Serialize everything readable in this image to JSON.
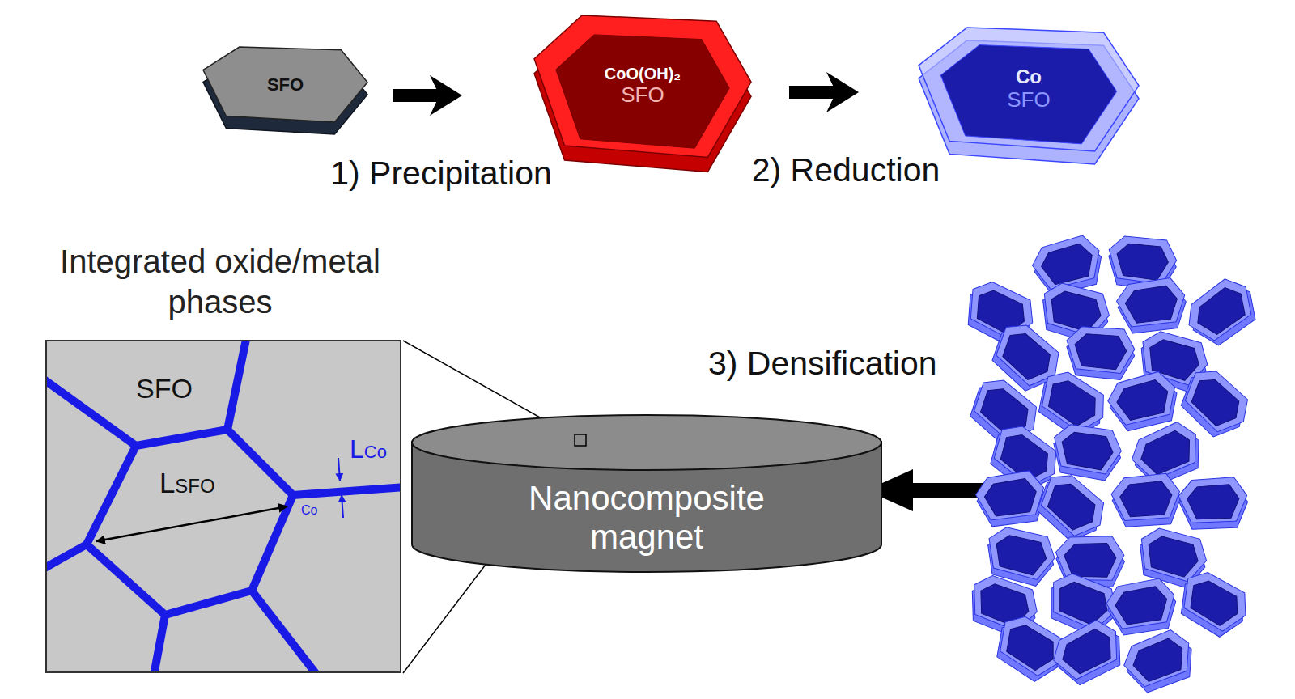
{
  "diagram": {
    "nodes": [
      {
        "text": [
          "SFO"
        ]
      },
      {
        "text": [
          "CoO(OH)₂",
          "SFO"
        ]
      },
      {
        "text": [
          "Co",
          "SFO"
        ]
      },
      {
        "text": [
          "Integrated oxide/metal phases"
        ]
      },
      {
        "text": [
          "Nanocomposite magnet"
        ]
      }
    ],
    "edges": [
      {
        "from": 0,
        "to": 1,
        "arrow": "to",
        "label": "1) Precipitation"
      },
      {
        "from": 1,
        "to": 2,
        "arrow": "to",
        "label": "2) Reduction"
      }
    ],
    "labels": [
      "SFO",
      "LSFO",
      "LCo",
      "Co",
      "3) Densification"
    ]
  }
}
